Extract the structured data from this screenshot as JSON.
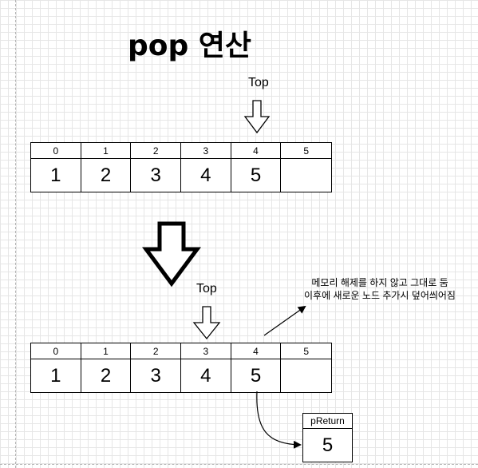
{
  "title": "pop 연산",
  "top_label": "Top",
  "array_before": {
    "indices": [
      "0",
      "1",
      "2",
      "3",
      "4",
      "5"
    ],
    "values": [
      "1",
      "2",
      "3",
      "4",
      "5",
      ""
    ]
  },
  "array_after": {
    "indices": [
      "0",
      "1",
      "2",
      "3",
      "4",
      "5"
    ],
    "values": [
      "1",
      "2",
      "3",
      "4",
      "5",
      ""
    ]
  },
  "note": {
    "line1": "메모리 해제를 하지 않고 그대로 둠",
    "line2": "이후에 새로운 노드 추가시 덮어씌어짐"
  },
  "preturn": {
    "label": "pReturn",
    "value": "5"
  }
}
